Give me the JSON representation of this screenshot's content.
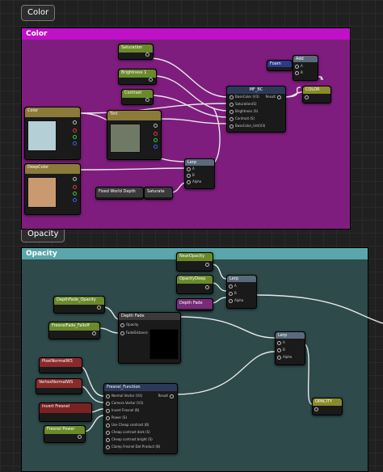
{
  "tags": {
    "color": "Color",
    "opacity": "Opacity"
  },
  "groups": {
    "color_title": "Color",
    "opacity_title": "Opacity"
  },
  "colors": {
    "color_group": "#7e1d7e",
    "color_header": "#c010c8",
    "opacity_group": "#2e4a4a",
    "opacity_header": "#5aa6aa"
  },
  "nodes": {
    "saturation": "Saturation",
    "brightness": "Brightness 1",
    "contrast": "Contrast",
    "tint": "Tint",
    "mf_bc": "MF_BC",
    "mf_pins_in": [
      "BaseColor (V3)",
      "Saturation(S)",
      "Brightness (S)",
      "Contrast (S)",
      "BaseColor_tint(V3)"
    ],
    "mf_result": "Result",
    "foam": "Foam",
    "add": "Add",
    "color_out": "COLOR",
    "color_param": "Color",
    "deep_color": "DeepColor",
    "lerp": "Lerp",
    "lerp_pins": [
      "A",
      "B",
      "Alpha"
    ],
    "fixed_world_depth": "Fixed World Depth",
    "saturate": "Saturate",
    "near_opacity": "NearOpacity",
    "opacity_deep": "OpacityDeep",
    "depth_fade": "Depth Fade",
    "depth_fade_opacity": "DepthFade_Opacity",
    "depth_fade_node": "Depth Fade",
    "depth_fade_pins": [
      "Opacity",
      "FadeDistance"
    ],
    "fresnel_fade": "FresnelFade_Falloff",
    "pixel_normal": "PixelNormalWS",
    "vertex_normal": "VertexNormalWS",
    "invert_fresnel": "Invert Fresnel",
    "fresnel_power": "Fresnel Power",
    "fresnel_function": "Fresnel_Function",
    "fresnel_pins": [
      "Normal Vector (V3)",
      "Camera Vector (V3)",
      "Invert Fresnel (B)",
      "Power (S)",
      "Use Cheap contrast (B)",
      "Cheap contrast dark (S)",
      "Cheap contrast bright (S)",
      "Clamp Fresnel Dot Product (B)"
    ],
    "opacity_out": "OPACITY"
  }
}
